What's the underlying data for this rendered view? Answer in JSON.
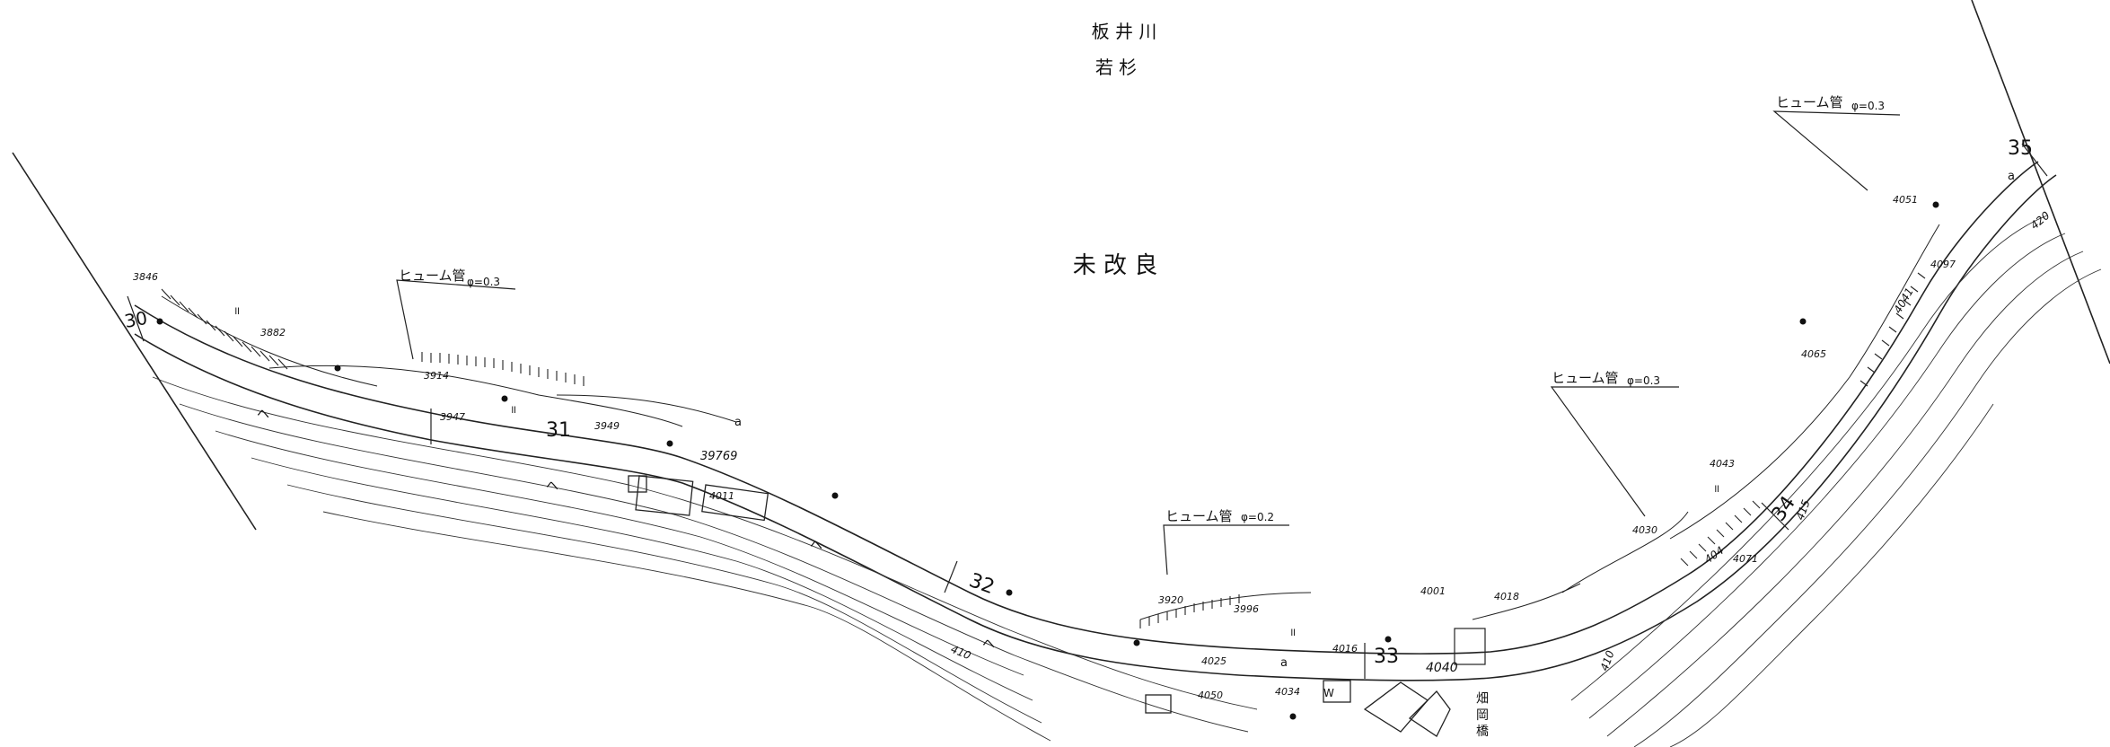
{
  "header": {
    "river_name": "板 井 川",
    "district_name": "若 杉"
  },
  "status_label": "未 改 良",
  "culverts": [
    {
      "label": "ヒューム管",
      "size": "φ=0.3"
    },
    {
      "label": "ヒューム管",
      "size": "φ=0.2"
    },
    {
      "label": "ヒューム管",
      "size": "φ=0.3"
    },
    {
      "label": "ヒューム管",
      "size": "φ=0.3"
    }
  ],
  "stations": [
    "30",
    "31",
    "32",
    "33",
    "34",
    "35"
  ],
  "bridge_name": "畑 岡 橋",
  "contour_labels": [
    "410",
    "420",
    "415",
    "410"
  ],
  "elevations": [
    "3846",
    "3882",
    "3914",
    "3947",
    "3949",
    "39769",
    "4011",
    "3920",
    "3996",
    "4001",
    "4018",
    "4016",
    "4025",
    "4034",
    "4050",
    "4040",
    "4030",
    "4043",
    "4065",
    "4097",
    "4071",
    "4051",
    "404",
    "4041"
  ],
  "map_symbols": {
    "wasteland": "ヘ",
    "grass": "॥",
    "paddy": "a",
    "well": "W"
  },
  "colors": {
    "ink": "#111111",
    "paper": "#ffffff"
  }
}
